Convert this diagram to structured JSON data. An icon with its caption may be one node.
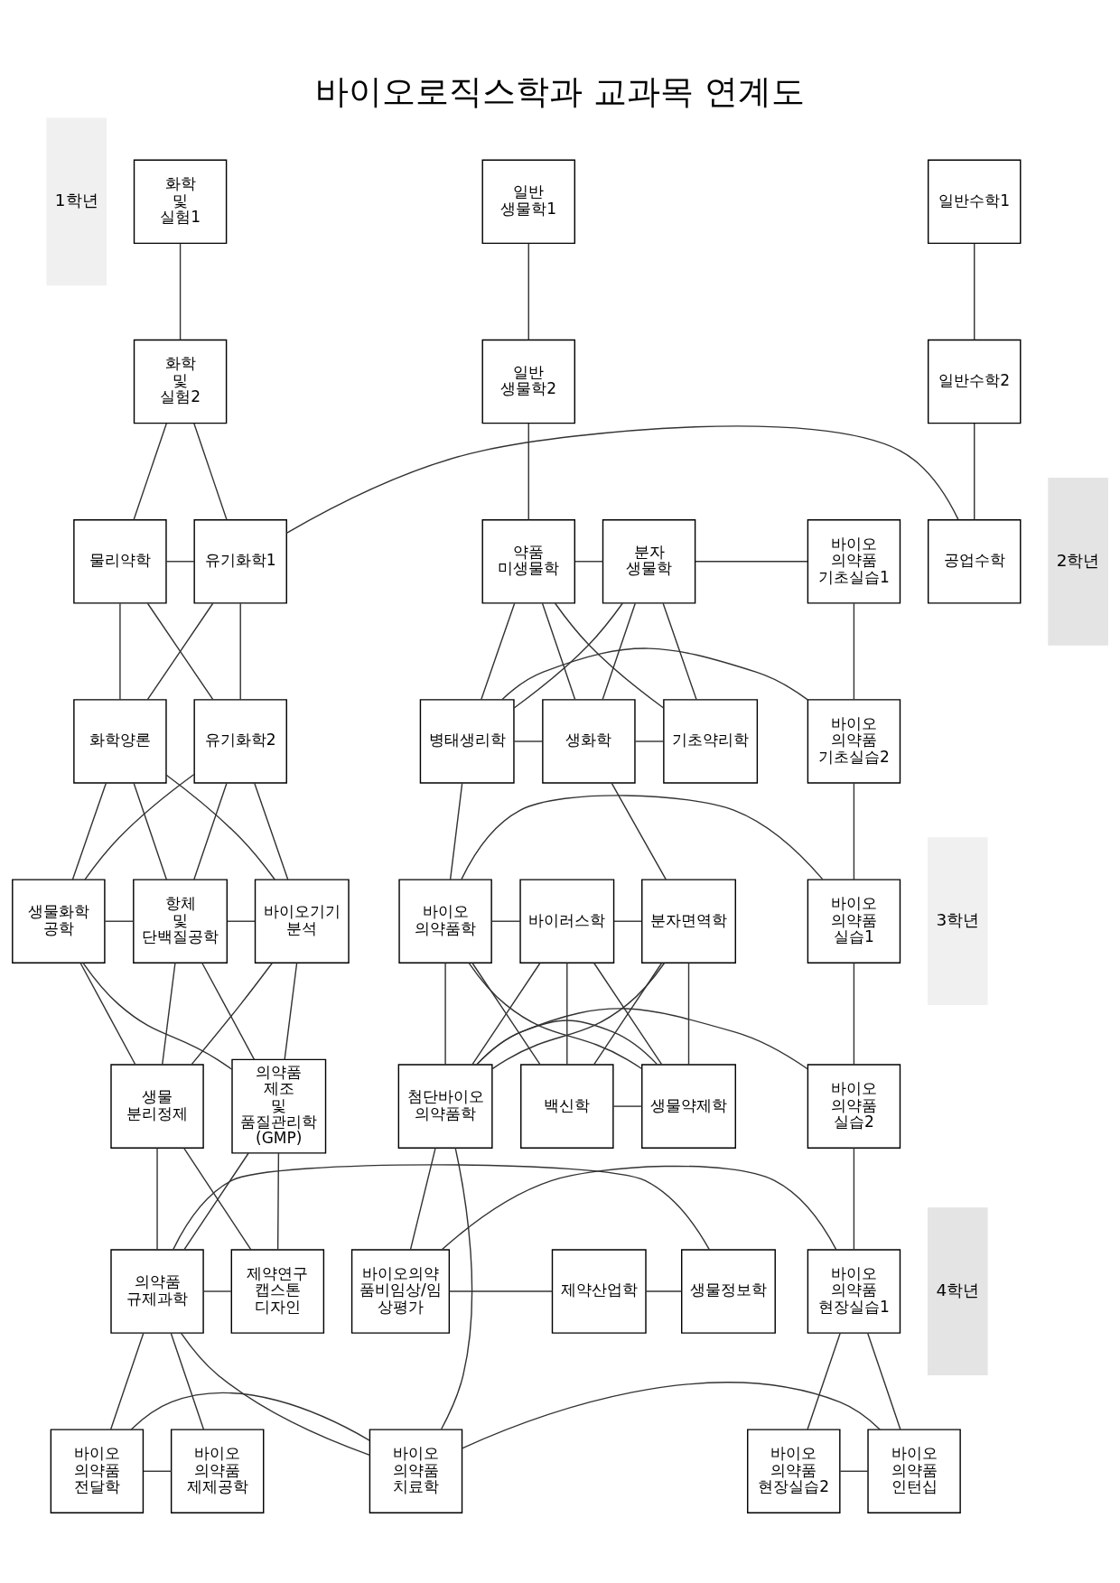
{
  "diagram": {
    "title": "바이오로직스학과 교과목 연계도",
    "nodes": [
      {
        "text": [
          "화학 및 실험1"
        ]
      },
      {
        "text": [
          "일반수학1"
        ]
      },
      {
        "text": [
          "일반 생물학1"
        ]
      },
      {
        "text": [
          "화학 및 실험2"
        ]
      },
      {
        "text": [
          "일반수학2"
        ]
      },
      {
        "text": [
          "일반 생물학2"
        ]
      },
      {
        "text": [
          "물리약학"
        ]
      },
      {
        "text": [
          "유기화학1"
        ]
      },
      {
        "text": [
          "공업수학"
        ]
      },
      {
        "text": [
          "약품 미생물학"
        ]
      },
      {
        "text": [
          "분자 생물학"
        ]
      },
      {
        "text": [
          "바이오 의약품 기초실습1"
        ]
      },
      {
        "text": [
          "화학양론"
        ]
      },
      {
        "text": [
          "유기화학2"
        ]
      },
      {
        "text": [
          "기초약리학"
        ]
      },
      {
        "text": [
          "생화학"
        ]
      },
      {
        "text": [
          "병태생리학"
        ]
      },
      {
        "text": [
          "바이오 의약품 기초실습2"
        ]
      },
      {
        "text": [
          "생물화학 공학"
        ]
      },
      {
        "text": [
          "항체 및 단백질공학"
        ]
      },
      {
        "text": [
          "바이오기기 분석"
        ]
      },
      {
        "text": [
          "분자면역학"
        ]
      },
      {
        "text": [
          "바이러스학"
        ]
      },
      {
        "text": [
          "바이오 의약품학"
        ]
      },
      {
        "text": [
          "바이오 의약품 실습1"
        ]
      },
      {
        "text": [
          "생물 분리정제"
        ]
      },
      {
        "text": [
          "의약품 제조 및 품질관리학 (GMP)"
        ]
      },
      {
        "text": [
          "백신학"
        ]
      },
      {
        "text": [
          "생물약제학"
        ]
      },
      {
        "text": [
          "첨단바이오 의약품학"
        ]
      },
      {
        "text": [
          "바이오 의약품 실습2"
        ]
      },
      {
        "text": [
          "제약연구 캡스톤 디자인"
        ]
      },
      {
        "text": [
          "의약품 규제과학"
        ]
      },
      {
        "text": [
          "생물정보학"
        ]
      },
      {
        "text": [
          "제약산업학"
        ]
      },
      {
        "text": [
          "바이오의약 품비임상/임 상평가"
        ]
      },
      {
        "text": [
          "바이오 의약품 현장실습1"
        ]
      },
      {
        "text": [
          "바이오 의약품 제제공학"
        ]
      },
      {
        "text": [
          "바이오 의약품 전달학"
        ]
      },
      {
        "text": [
          "바이오 의약품 치료학"
        ]
      },
      {
        "text": [
          "바이오 의약품 인턴십"
        ]
      },
      {
        "text": [
          "바이오 의약품 현장실습2"
        ]
      },
      {
        "text": [
          "1학년"
        ]
      },
      {
        "text": [
          "2학년"
        ]
      },
      {
        "text": [
          "3학년"
        ]
      },
      {
        "text": [
          "4학년"
        ]
      }
    ],
    "edges": [
      {
        "from": 0,
        "to": 3,
        "arrow": "none"
      },
      {
        "from": 1,
        "to": 4,
        "arrow": "none"
      },
      {
        "from": 2,
        "to": 5,
        "arrow": "none"
      },
      {
        "from": 3,
        "to": 6,
        "arrow": "none"
      },
      {
        "from": 3,
        "to": 7,
        "arrow": "none"
      },
      {
        "from": 4,
        "to": 8,
        "arrow": "none"
      },
      {
        "from": 5,
        "to": 9,
        "arrow": "none"
      },
      {
        "from": 6,
        "to": 7,
        "arrow": "none"
      },
      {
        "from": 7,
        "to": 8,
        "arrow": "none"
      },
      {
        "from": 9,
        "to": 10,
        "arrow": "none"
      },
      {
        "from": 10,
        "to": 11,
        "arrow": "none"
      },
      {
        "from": 6,
        "to": 12,
        "arrow": "none"
      },
      {
        "from": 6,
        "to": 13,
        "arrow": "none"
      },
      {
        "from": 7,
        "to": 12,
        "arrow": "none"
      },
      {
        "from": 7,
        "to": 13,
        "arrow": "none"
      },
      {
        "from": 9,
        "to": 14,
        "arrow": "none"
      },
      {
        "from": 9,
        "to": 15,
        "arrow": "none"
      },
      {
        "from": 9,
        "to": 16,
        "arrow": "none"
      },
      {
        "from": 10,
        "to": 14,
        "arrow": "none"
      },
      {
        "from": 10,
        "to": 15,
        "arrow": "none"
      },
      {
        "from": 10,
        "to": 16,
        "arrow": "none"
      },
      {
        "from": 11,
        "to": 17,
        "arrow": "none"
      },
      {
        "from": 14,
        "to": 15,
        "arrow": "none"
      },
      {
        "from": 15,
        "to": 16,
        "arrow": "none"
      },
      {
        "from": 16,
        "to": 17,
        "arrow": "none"
      },
      {
        "from": 12,
        "to": 18,
        "arrow": "none"
      },
      {
        "from": 12,
        "to": 19,
        "arrow": "none"
      },
      {
        "from": 12,
        "to": 20,
        "arrow": "none"
      },
      {
        "from": 13,
        "to": 18,
        "arrow": "none"
      },
      {
        "from": 13,
        "to": 19,
        "arrow": "none"
      },
      {
        "from": 13,
        "to": 20,
        "arrow": "none"
      },
      {
        "from": 15,
        "to": 21,
        "arrow": "none"
      },
      {
        "from": 16,
        "to": 23,
        "arrow": "none"
      },
      {
        "from": 17,
        "to": 24,
        "arrow": "none"
      },
      {
        "from": 18,
        "to": 19,
        "arrow": "none"
      },
      {
        "from": 19,
        "to": 20,
        "arrow": "none"
      },
      {
        "from": 21,
        "to": 22,
        "arrow": "none"
      },
      {
        "from": 22,
        "to": 23,
        "arrow": "none"
      },
      {
        "from": 23,
        "to": 24,
        "arrow": "none"
      },
      {
        "from": 18,
        "to": 25,
        "arrow": "none"
      },
      {
        "from": 18,
        "to": 26,
        "arrow": "none"
      },
      {
        "from": 19,
        "to": 25,
        "arrow": "none"
      },
      {
        "from": 19,
        "to": 26,
        "arrow": "none"
      },
      {
        "from": 20,
        "to": 25,
        "arrow": "none"
      },
      {
        "from": 20,
        "to": 26,
        "arrow": "none"
      },
      {
        "from": 21,
        "to": 27,
        "arrow": "none"
      },
      {
        "from": 21,
        "to": 28,
        "arrow": "none"
      },
      {
        "from": 21,
        "to": 29,
        "arrow": "none"
      },
      {
        "from": 22,
        "to": 27,
        "arrow": "none"
      },
      {
        "from": 22,
        "to": 28,
        "arrow": "none"
      },
      {
        "from": 22,
        "to": 29,
        "arrow": "none"
      },
      {
        "from": 23,
        "to": 27,
        "arrow": "none"
      },
      {
        "from": 23,
        "to": 28,
        "arrow": "none"
      },
      {
        "from": 23,
        "to": 29,
        "arrow": "none"
      },
      {
        "from": 24,
        "to": 30,
        "arrow": "none"
      },
      {
        "from": 27,
        "to": 28,
        "arrow": "none"
      },
      {
        "from": 28,
        "to": 29,
        "arrow": "none"
      },
      {
        "from": 29,
        "to": 30,
        "arrow": "none"
      },
      {
        "from": 25,
        "to": 31,
        "arrow": "none"
      },
      {
        "from": 25,
        "to": 32,
        "arrow": "none"
      },
      {
        "from": 26,
        "to": 31,
        "arrow": "none"
      },
      {
        "from": 26,
        "to": 32,
        "arrow": "none"
      },
      {
        "from": 29,
        "to": 35,
        "arrow": "none"
      },
      {
        "from": 29,
        "to": 39,
        "arrow": "none"
      },
      {
        "from": 30,
        "to": 36,
        "arrow": "none"
      },
      {
        "from": 31,
        "to": 32,
        "arrow": "none"
      },
      {
        "from": 32,
        "to": 33,
        "arrow": "none"
      },
      {
        "from": 33,
        "to": 34,
        "arrow": "none"
      },
      {
        "from": 34,
        "to": 35,
        "arrow": "none"
      },
      {
        "from": 35,
        "to": 36,
        "arrow": "none"
      },
      {
        "from": 32,
        "to": 37,
        "arrow": "none"
      },
      {
        "from": 32,
        "to": 38,
        "arrow": "none"
      },
      {
        "from": 32,
        "to": 39,
        "arrow": "none"
      },
      {
        "from": 36,
        "to": 40,
        "arrow": "none"
      },
      {
        "from": 36,
        "to": 41,
        "arrow": "none"
      },
      {
        "from": 37,
        "to": 38,
        "arrow": "none"
      },
      {
        "from": 38,
        "to": 39,
        "arrow": "none"
      },
      {
        "from": 39,
        "to": 40,
        "arrow": "none"
      },
      {
        "from": 40,
        "to": 41,
        "arrow": "none"
      }
    ]
  }
}
